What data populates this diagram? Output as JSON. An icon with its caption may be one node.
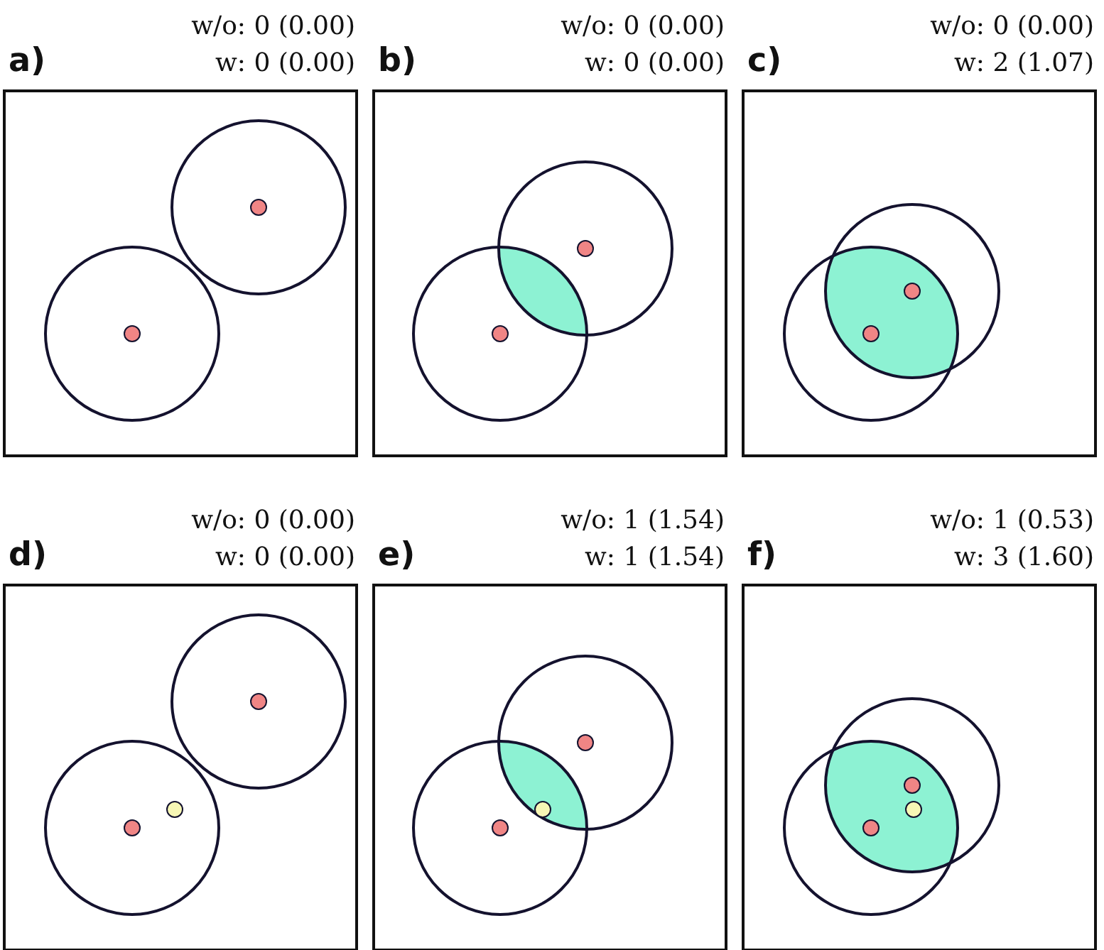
{
  "diagram": {
    "nodes": [
      {
        "text": [
          "a)",
          "w/o: 0 (0.00)",
          "w: 0 (0.00)"
        ]
      },
      {
        "text": [
          "b)",
          "w/o: 0 (0.00)",
          "w: 0 (0.00)"
        ]
      },
      {
        "text": [
          "c)",
          "w/o: 0 (0.00)",
          "w: 2 (1.07)"
        ]
      },
      {
        "text": [
          "d)",
          "w/o: 0 (0.00)",
          "w: 0 (0.00)"
        ]
      },
      {
        "text": [
          "e)",
          "w/o: 1 (1.54)",
          "w: 1 (1.54)"
        ]
      },
      {
        "text": [
          "f)",
          "w/o: 1 (0.53)",
          "w: 3 (1.60)"
        ]
      }
    ]
  }
}
